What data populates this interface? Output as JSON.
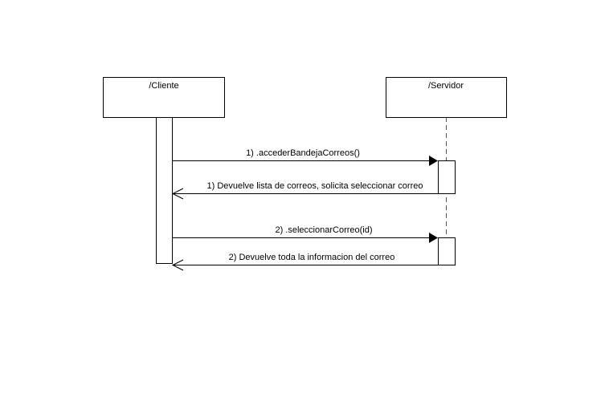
{
  "diagram": {
    "type": "sequence",
    "participants": [
      {
        "id": "cliente",
        "label": "/Cliente"
      },
      {
        "id": "servidor",
        "label": "/Servidor"
      }
    ],
    "messages": [
      {
        "from": "cliente",
        "to": "servidor",
        "kind": "call",
        "label": "1) .accederBandejaCorreos()"
      },
      {
        "from": "servidor",
        "to": "cliente",
        "kind": "return",
        "label": "1) Devuelve lista de correos, solicita seleccionar correo"
      },
      {
        "from": "cliente",
        "to": "servidor",
        "kind": "call",
        "label": "2) .seleccionarCorreo(id)"
      },
      {
        "from": "servidor",
        "to": "cliente",
        "kind": "return",
        "label": "2) Devuelve toda la informacion del correo"
      }
    ]
  },
  "colors": {
    "stroke": "#000000",
    "lifeline": "#555555",
    "box_fill": "#ffffff"
  }
}
